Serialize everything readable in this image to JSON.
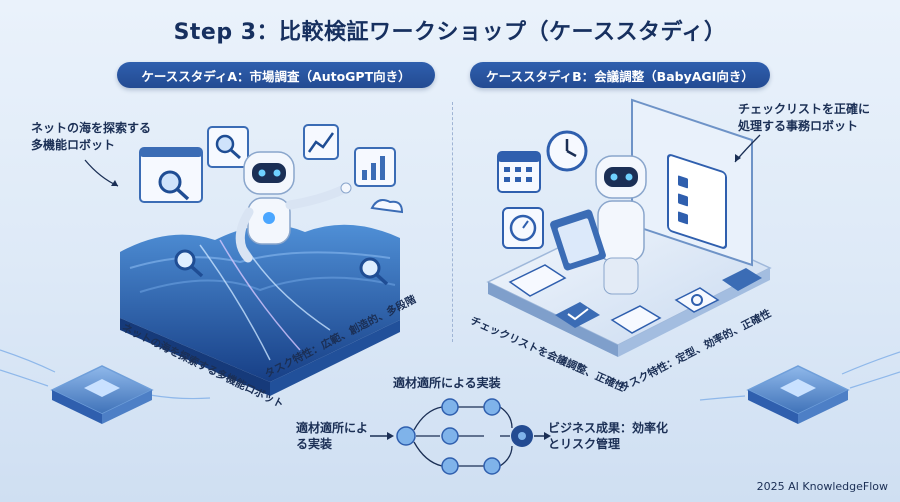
{
  "title": "Step 3：比較検証ワークショップ（ケーススタディ）",
  "case_a": {
    "pill": "ケーススタディA：市場調査（AutoGPT向き）",
    "callout": "ネットの海を探索する多機能ロボット",
    "slant_label_1": "ネットの海を探索する多機能ロボット",
    "slant_label_2": "タスク特性：広範、創造的、多段階"
  },
  "case_b": {
    "pill": "ケーススタディB：会議調整（BabyAGI向き）",
    "callout": "チェックリストを正確に処理する事務ロボット",
    "slant_label_1": "チェックリストを会議調整、正確性",
    "slant_label_2": "タスク特性：定型、効率的、正確性"
  },
  "flow": {
    "top_label": "適材適所による実装",
    "left_label": "適材適所による実装",
    "right_label": "ビジネス成果：効率化とリスク管理"
  },
  "footer": "2025 AI KnowledgeFlow",
  "colors": {
    "primary": "#234b92",
    "wave": "#2f6bb8",
    "background": "#e4eef9"
  }
}
